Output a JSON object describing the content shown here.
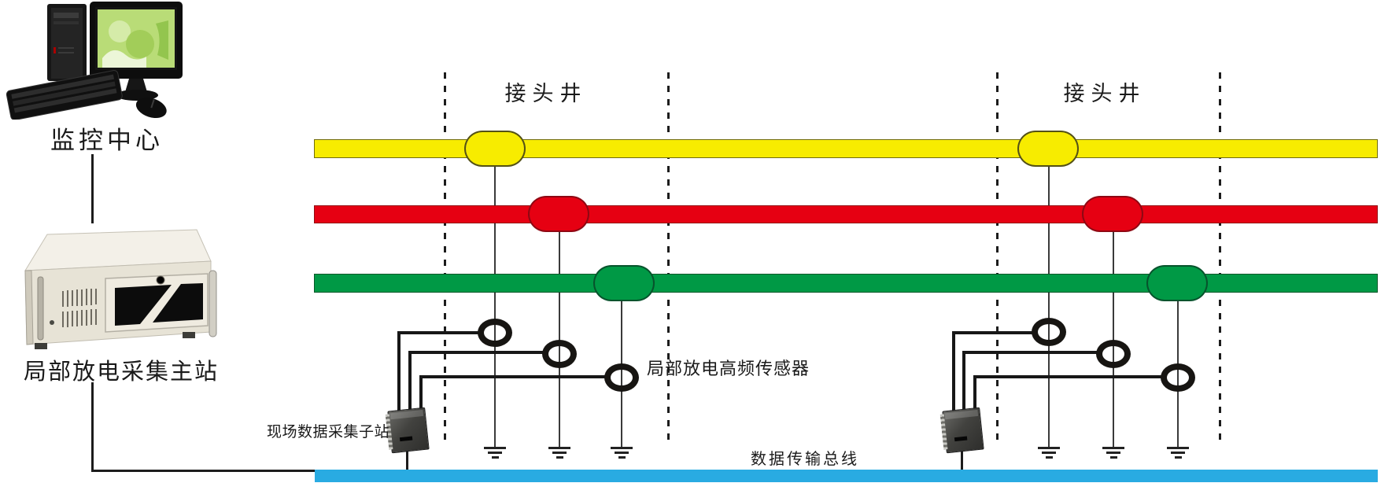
{
  "nodes": {
    "monitoring_center": {
      "label": "监控中心"
    },
    "master_station": {
      "label": "局部放电采集主站"
    },
    "field_substation": {
      "label": "现场数据采集子站"
    },
    "hf_sensor": {
      "label": "局部放电高频传感器"
    },
    "data_bus": {
      "label": "数据传输总线"
    }
  },
  "junction_wells": [
    {
      "label": "接头井"
    },
    {
      "label": "接头井"
    }
  ],
  "cables": [
    {
      "name": "yellow-phase-cable",
      "color": "#F7EC00"
    },
    {
      "name": "red-phase-cable",
      "color": "#E60012"
    },
    {
      "name": "green-phase-cable",
      "color": "#009945"
    }
  ],
  "colors": {
    "data_bus_blue": "#29ABE2",
    "line_black": "#1C1C1C",
    "server_beige": "#EAE6DA"
  }
}
